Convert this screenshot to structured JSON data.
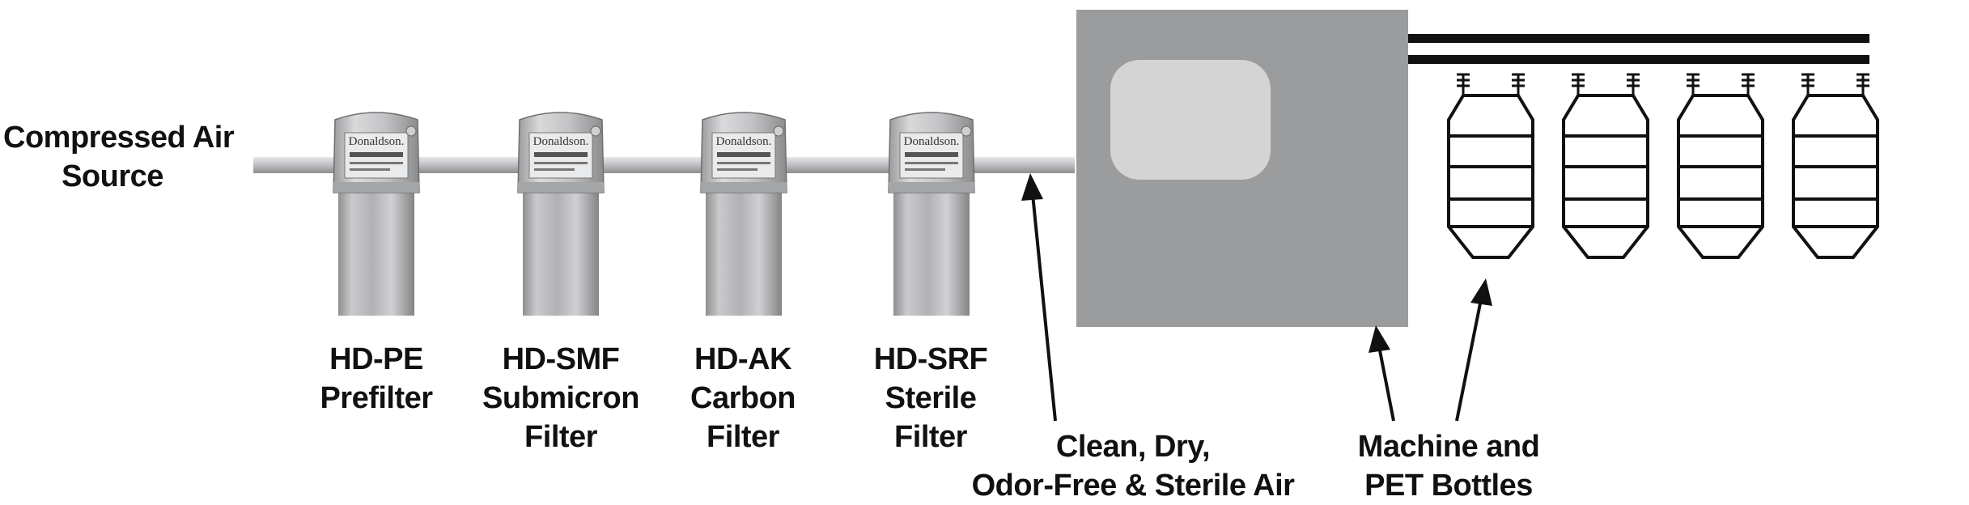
{
  "source_label": {
    "line1": "Compressed Air",
    "line2": "Source"
  },
  "filters": [
    {
      "brand": "Donaldson.",
      "model": "HD-PE",
      "line2": "Prefilter",
      "line3": ""
    },
    {
      "brand": "Donaldson.",
      "model": "HD-SMF",
      "line2": "Submicron",
      "line3": "Filter"
    },
    {
      "brand": "Donaldson.",
      "model": "HD-AK",
      "line2": "Carbon",
      "line3": "Filter"
    },
    {
      "brand": "Donaldson.",
      "model": "HD-SRF",
      "line2": "Sterile",
      "line3": "Filter"
    }
  ],
  "output_label": {
    "line1": "Clean, Dry,",
    "line2": "Odor-Free & Sterile Air"
  },
  "machine_label": {
    "line1": "Machine and",
    "line2": "PET Bottles"
  },
  "bottle_count": 4,
  "colors": {
    "machine_body": "#9b9c9e",
    "machine_window": "#d4d4d5",
    "pipe": "#b3b4b6",
    "filter_metal": "#b8b9bb",
    "line": "#111111"
  }
}
